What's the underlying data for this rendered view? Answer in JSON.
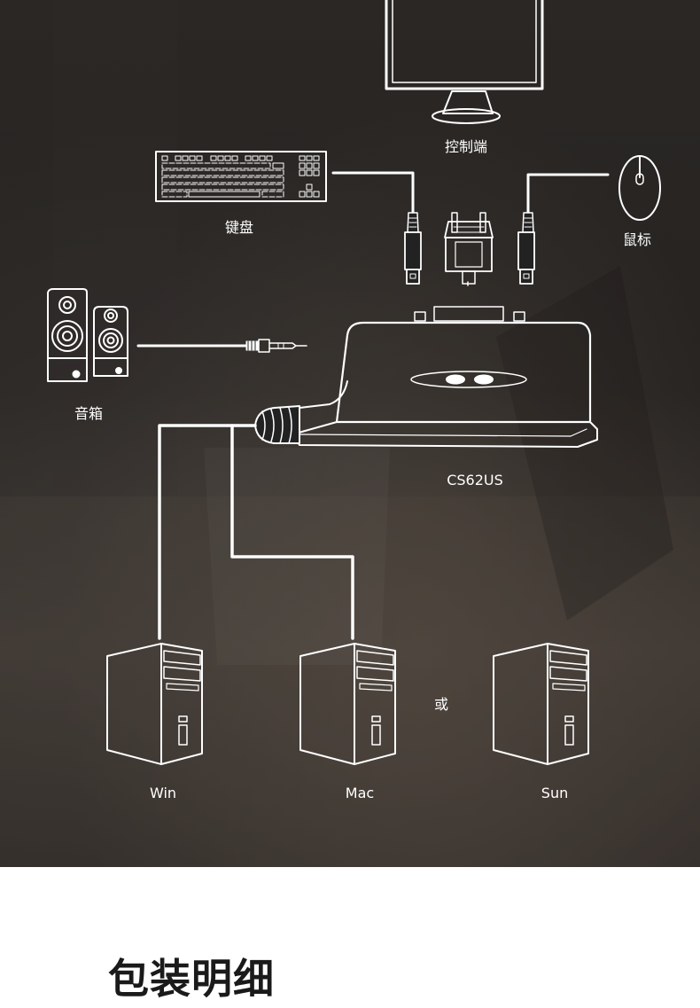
{
  "diagram": {
    "labels": {
      "console": "控制端",
      "keyboard": "键盘",
      "mouse": "鼠标",
      "speakers": "音箱",
      "device": "CS62US",
      "or": "或",
      "pc_win": "Win",
      "pc_mac": "Mac",
      "pc_sun": "Sun"
    }
  },
  "section": {
    "title": "包装明细"
  }
}
